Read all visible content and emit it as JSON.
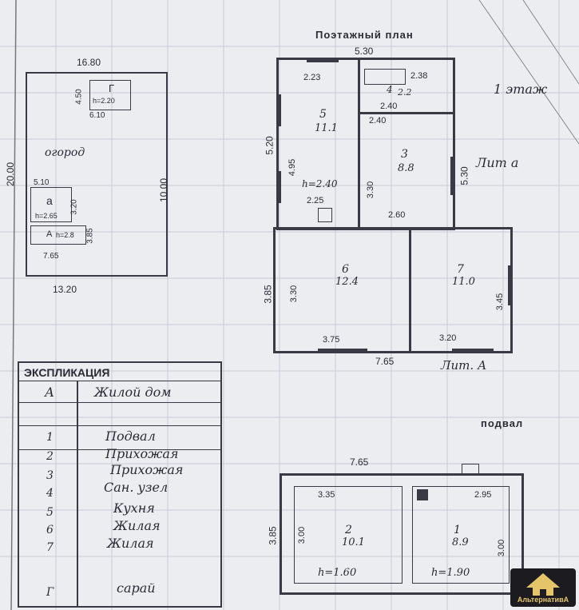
{
  "plan": {
    "title": "Поэтажный план",
    "floor_label": "1 этаж",
    "litera_top": "Лит а",
    "litera_bottom": "Лит. А",
    "basement_title": "подвал"
  },
  "site": {
    "top_dim": "16.80",
    "bottom_dim": "13.20",
    "left_dim": "20.00",
    "right_dim": "10.00",
    "yard_label": "огород",
    "shed_letter": "Г",
    "shed_h": "h=2.20",
    "shed_w": "6.10",
    "shed_side": "4.50",
    "annex_letter": "а",
    "annex_h": "h=2.65",
    "annex_dims": [
      "5.10",
      "3.20"
    ],
    "annex_bottom": "7.65",
    "annex_side": "3.85",
    "small_letter": "A",
    "small_label": "h=2.8"
  },
  "floor1": {
    "top_dim": "5.30",
    "bottom_dim": "7.65",
    "left_dim": "5.20",
    "right_dim": "5.30",
    "lower_left_dim": "3.85",
    "room5": {
      "num": "5",
      "area": "11.1",
      "w": "2.23",
      "h": "4.95",
      "ceil": "h=2.40",
      "bottom": "2.25"
    },
    "room4": {
      "num": "4",
      "area": "2.2",
      "w": "2.38",
      "bottom": "2.40"
    },
    "room3": {
      "num": "3",
      "area": "8.8",
      "w": "2.40",
      "h": "3.30",
      "bottom": "2.60"
    },
    "room6": {
      "num": "6",
      "area": "12.4",
      "h": "3.30",
      "bottom": "3.75"
    },
    "room7": {
      "num": "7",
      "area": "11.0",
      "h": "3.45",
      "bottom": "3.20"
    }
  },
  "basement": {
    "top_dim": "7.65",
    "left_dim": "3.85",
    "room2": {
      "num": "2",
      "area": "10.1",
      "w": "3.35",
      "h": "3.00",
      "ceil": "h=1.60"
    },
    "room1": {
      "num": "1",
      "area": "8.9",
      "w": "2.95",
      "h": "3.00",
      "ceil": "h=1.90"
    }
  },
  "explication": {
    "title": "ЭКСПЛИКАЦИЯ",
    "header_num": "А",
    "header_text": "Жилой дом",
    "rows": [
      {
        "num": "1",
        "text": "Подвал"
      },
      {
        "num": "2",
        "text": "Прихожая"
      },
      {
        "num": "3",
        "text": "Прихожая"
      },
      {
        "num": "4",
        "text": "Сан. узел"
      },
      {
        "num": "5",
        "text": "Кухня"
      },
      {
        "num": "6",
        "text": "Жилая"
      },
      {
        "num": "7",
        "text": "Жилая"
      },
      {
        "num": "Г",
        "text": "сарай"
      }
    ]
  },
  "logo": {
    "text": "АльтернативА"
  }
}
